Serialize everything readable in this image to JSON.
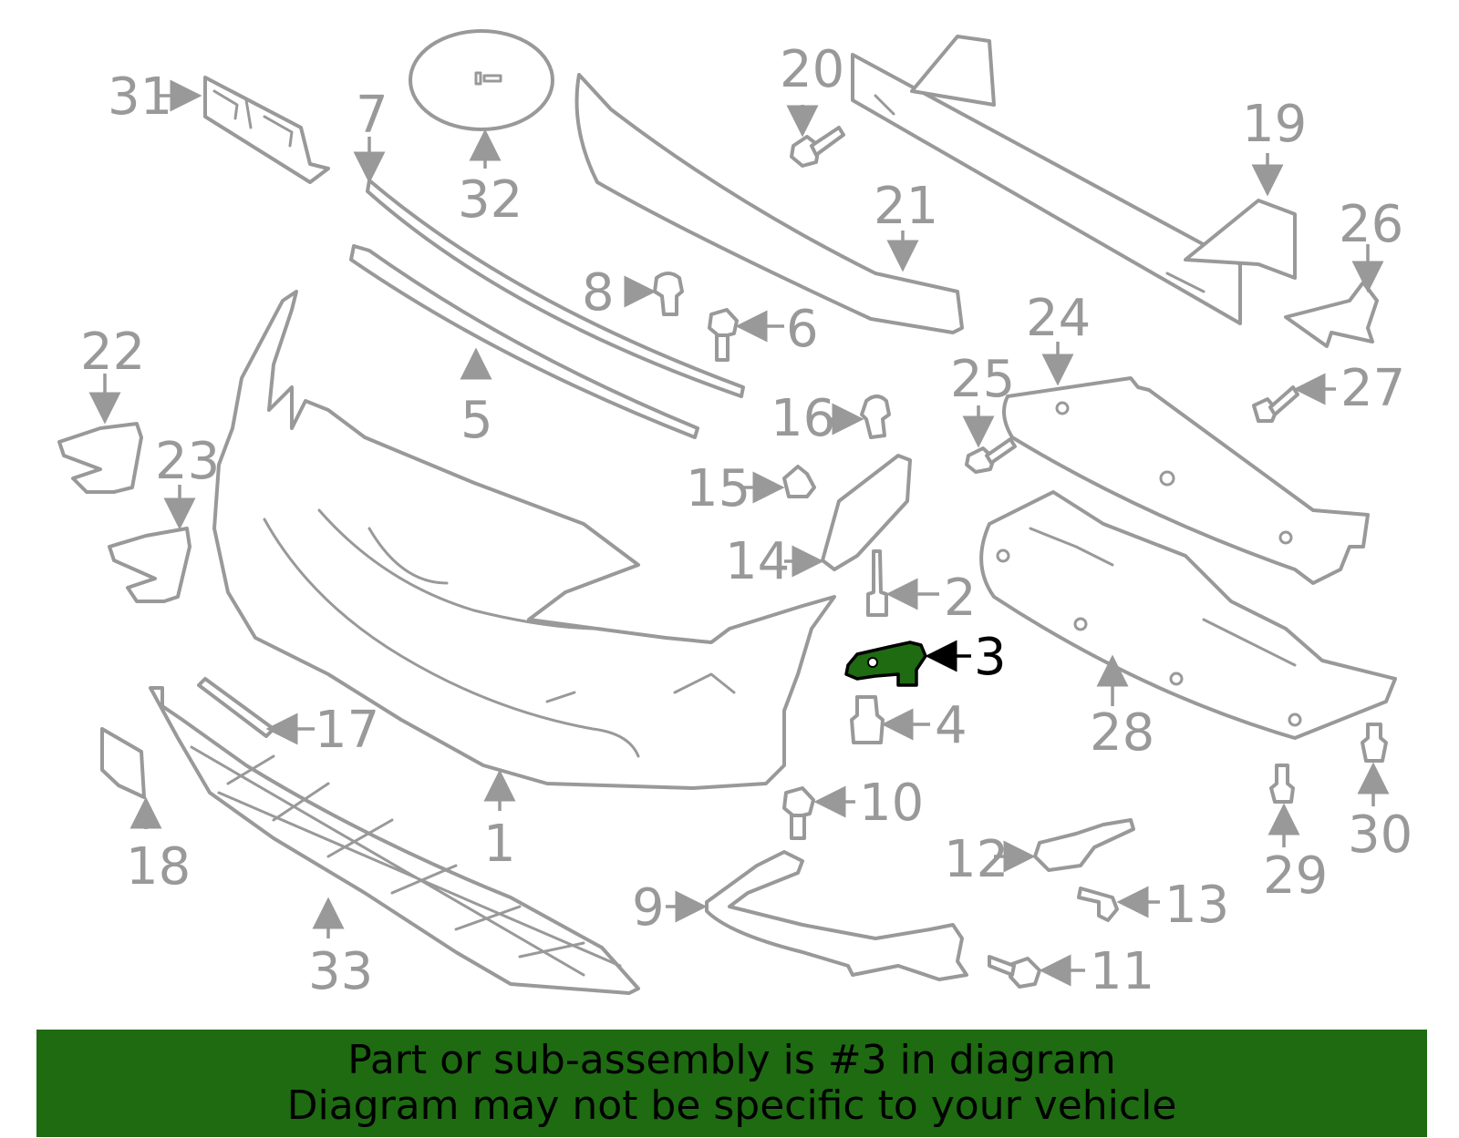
{
  "callouts": {
    "c1": "1",
    "c2": "2",
    "c3": "3",
    "c4": "4",
    "c5": "5",
    "c6": "6",
    "c7": "7",
    "c8": "8",
    "c9": "9",
    "c10": "10",
    "c11": "11",
    "c12": "12",
    "c13": "13",
    "c14": "14",
    "c15": "15",
    "c16": "16",
    "c17": "17",
    "c18": "18",
    "c19": "19",
    "c20": "20",
    "c21": "21",
    "c22": "22",
    "c23": "23",
    "c24": "24",
    "c25": "25",
    "c26": "26",
    "c27": "27",
    "c28": "28",
    "c29": "29",
    "c30": "30",
    "c31": "31",
    "c32": "32",
    "c33": "33"
  },
  "highlighted_part": "3",
  "banner": {
    "line1": "Part or sub-assembly is #3 in diagram",
    "line2": "Diagram may not be specific to your vehicle"
  },
  "colors": {
    "line_art": "#999999",
    "highlight_fill": "#1e6b12",
    "banner_bg": "#1e6b12",
    "text_dark": "#000000"
  }
}
